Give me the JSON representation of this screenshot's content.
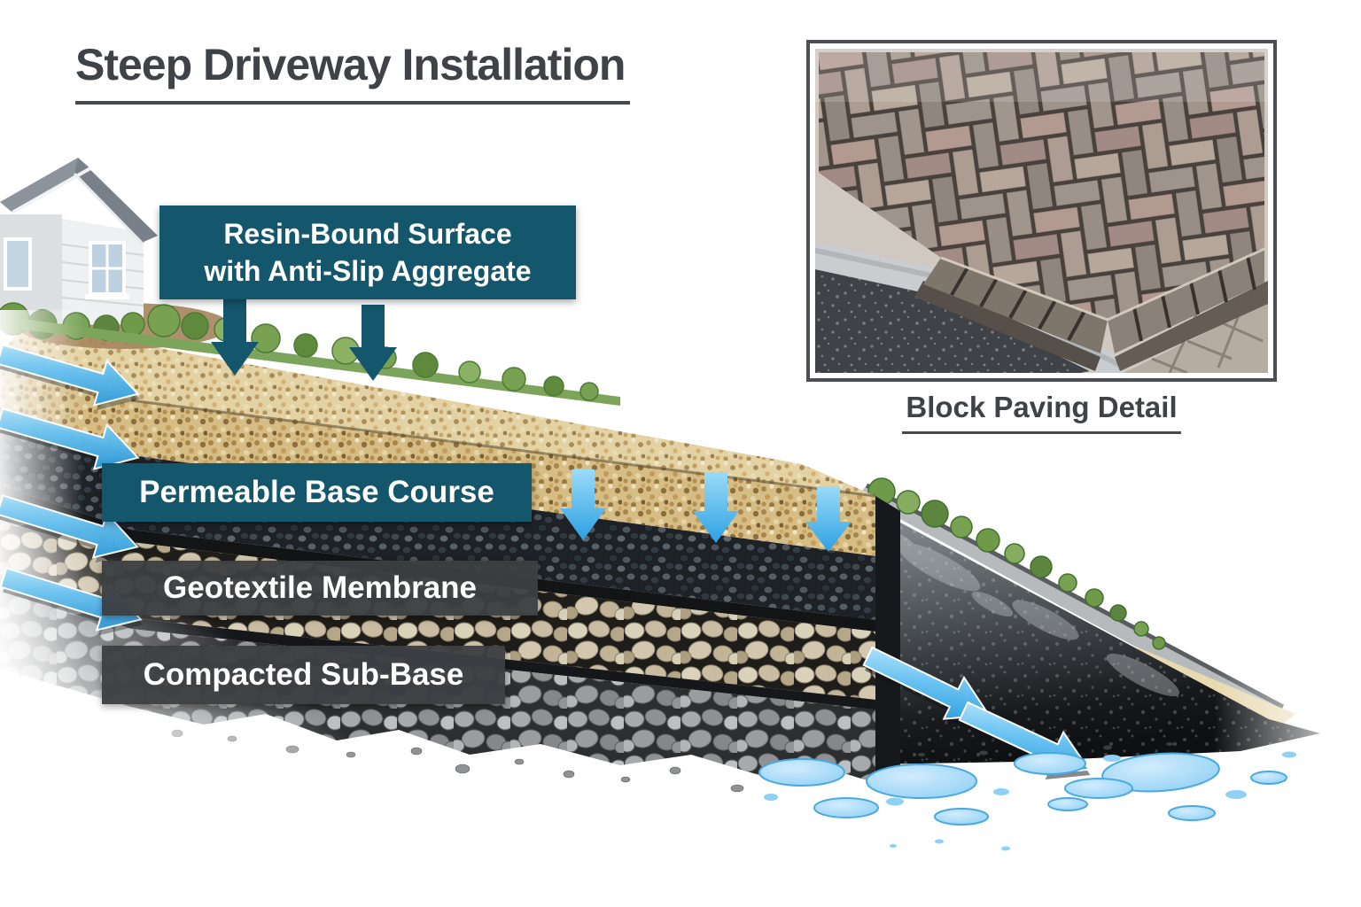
{
  "title": {
    "text": "Steep Driveway Installation"
  },
  "callouts": {
    "resin_line1": "Resin-Bound Surface",
    "resin_line2": "with Anti-Slip Aggregate",
    "permeable": "Permeable Base Course",
    "geotextile": "Geotextile Membrane",
    "subbase": "Compacted Sub-Base"
  },
  "inset": {
    "caption": "Block Paving Detail"
  },
  "colors": {
    "label_teal": "#14566b",
    "label_gray": "#3c4043",
    "heading_gray": "#3f4347",
    "water_arrow_blue": "#45b5ee",
    "puddle_blue": "#a8dcf8",
    "resin_tan": "#d5bd85",
    "asphalt_dark": "#1c1f22"
  },
  "icons": {
    "water_flow": "diagonal-arrow-down-right",
    "percolation": "arrow-down",
    "label_pointer": "arrow-down"
  }
}
